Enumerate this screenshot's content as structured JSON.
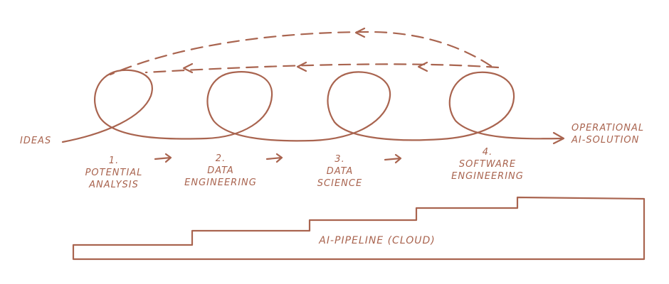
{
  "colors": {
    "ink": "#a9644f"
  },
  "start_label": "IDEAS",
  "end_label": [
    "OPERATIONAL",
    "AI-SOLUTION"
  ],
  "steps": [
    {
      "number": "1.",
      "lines": [
        "POTENTIAL",
        "ANALYSIS"
      ]
    },
    {
      "number": "2.",
      "lines": [
        "DATA",
        "ENGINEERING"
      ]
    },
    {
      "number": "3.",
      "lines": [
        "DATA",
        "SCIENCE"
      ]
    },
    {
      "number": "4.",
      "lines": [
        "SOFTWARE",
        "ENGINEERING"
      ]
    }
  ],
  "pipeline_label": "AI-PIPELINE (CLOUD)"
}
